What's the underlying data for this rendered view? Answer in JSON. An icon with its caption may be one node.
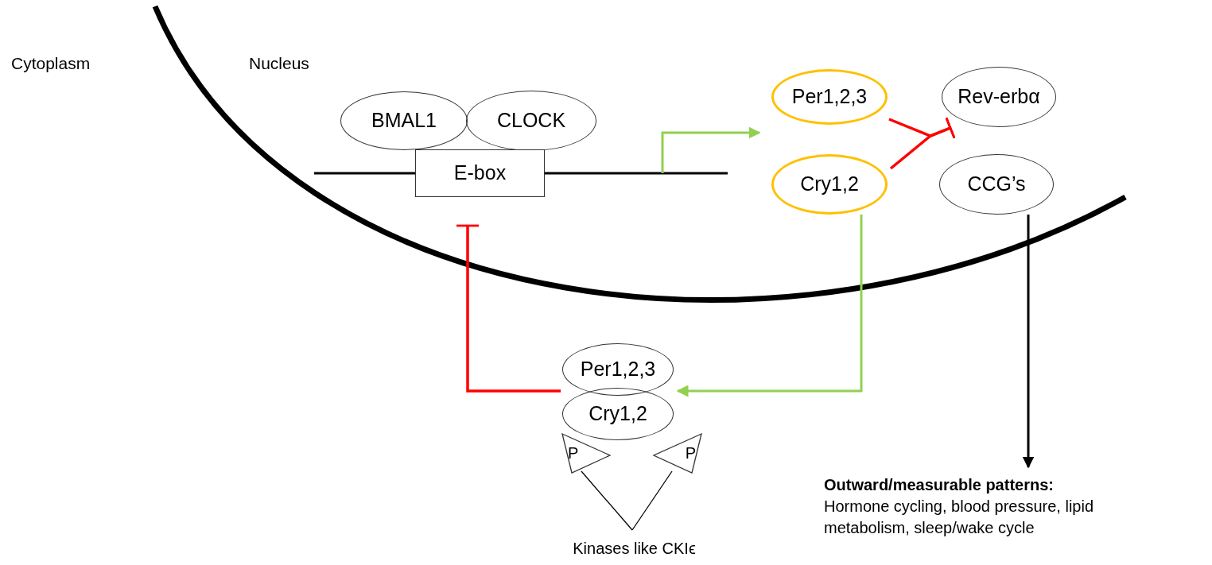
{
  "diagram": {
    "nodes": [
      {
        "text": [
          "BMAL1"
        ]
      },
      {
        "text": [
          "CLOCK"
        ]
      },
      {
        "text": [
          "E-box"
        ]
      },
      {
        "text": [
          "Per1,2,3"
        ]
      },
      {
        "text": [
          "Rev-erbα"
        ]
      },
      {
        "text": [
          "Cry1,2"
        ]
      },
      {
        "text": [
          "CCG’s"
        ]
      },
      {
        "text": [
          "Per1,2,3"
        ]
      },
      {
        "text": [
          "Cry1,2"
        ]
      },
      {
        "text": [
          "P"
        ]
      },
      {
        "text": [
          "P"
        ]
      },
      {
        "text": [
          "Kinases like CKIϵ"
        ]
      },
      {
        "text": [
          "Outward/measurable patterns:",
          "Hormone cycling, blood pressure, lipid metabolism, sleep/wake cycle"
        ]
      }
    ],
    "edges": [
      {
        "from": null,
        "to": 3,
        "arrow": "to",
        "color": "#92d050"
      },
      {
        "from": 3,
        "to": 4,
        "arrow": "other",
        "color": "#ff0000"
      },
      {
        "from": 5,
        "to": 4,
        "arrow": "other",
        "color": "#ff0000"
      },
      {
        "from": 5,
        "to": 7,
        "arrow": "to",
        "color": "#92d050"
      },
      {
        "from": 7,
        "to": 2,
        "arrow": "other",
        "color": "#ff0000"
      },
      {
        "from": 6,
        "to": 12,
        "arrow": "to",
        "color": "#000000"
      },
      {
        "from": 11,
        "to": 9,
        "arrow": "none",
        "color": "#000000"
      },
      {
        "from": 11,
        "to": 10,
        "arrow": "none",
        "color": "#000000"
      }
    ],
    "labels": [
      "Cytoplasm",
      "Nucleus"
    ]
  }
}
